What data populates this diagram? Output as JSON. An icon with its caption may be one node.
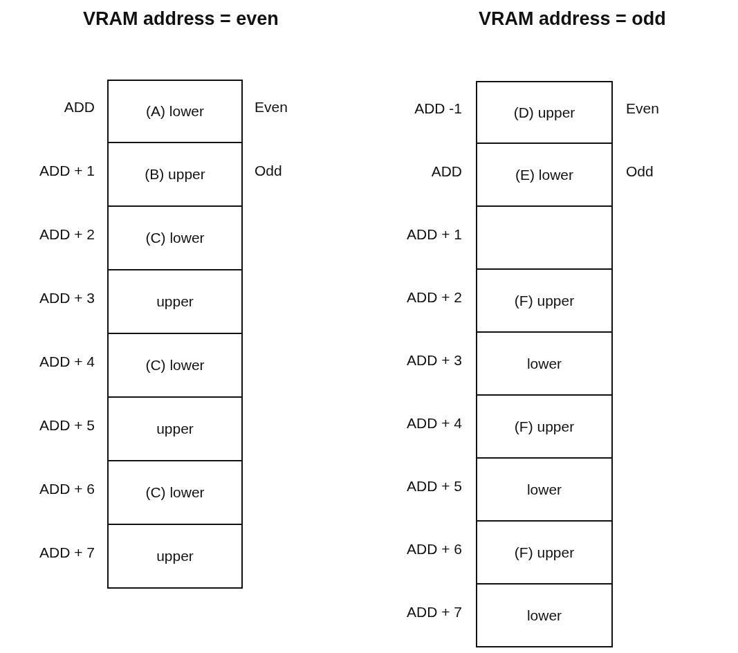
{
  "diagram": {
    "nodes": [
      {
        "text": [
          "(A) lower"
        ],
        "beside": [
          "ADD",
          "Even"
        ]
      },
      {
        "text": [
          "(B) upper"
        ],
        "beside": [
          "ADD + 1",
          "Odd"
        ]
      },
      {
        "text": [
          "(C) lower"
        ],
        "beside": [
          "ADD + 2"
        ]
      },
      {
        "text": [
          "upper"
        ],
        "beside": [
          "ADD + 3"
        ]
      },
      {
        "text": [
          "(C) lower"
        ],
        "beside": [
          "ADD + 4"
        ]
      },
      {
        "text": [
          "upper"
        ],
        "beside": [
          "ADD + 5"
        ]
      },
      {
        "text": [
          "(C) lower"
        ],
        "beside": [
          "ADD + 6"
        ]
      },
      {
        "text": [
          "upper"
        ],
        "beside": [
          "ADD + 7"
        ]
      },
      {
        "text": [
          "(D) upper"
        ],
        "beside": [
          "ADD -1",
          "Even"
        ]
      },
      {
        "text": [
          "(E) lower"
        ],
        "beside": [
          "ADD",
          "Odd"
        ]
      },
      {
        "text": [],
        "shape": "box",
        "beside": [
          "ADD + 1"
        ]
      },
      {
        "text": [
          "(F) upper"
        ],
        "beside": [
          "ADD + 2"
        ]
      },
      {
        "text": [
          "lower"
        ],
        "beside": [
          "ADD + 3"
        ]
      },
      {
        "text": [
          "(F) upper"
        ],
        "beside": [
          "ADD + 4"
        ]
      },
      {
        "text": [
          "lower"
        ],
        "beside": [
          "ADD + 5"
        ]
      },
      {
        "text": [
          "(F) upper"
        ],
        "beside": [
          "ADD + 6"
        ]
      },
      {
        "text": [
          "lower"
        ],
        "beside": [
          "ADD + 7"
        ]
      }
    ],
    "labels": [
      "VRAM address = even",
      "VRAM address = odd"
    ]
  }
}
